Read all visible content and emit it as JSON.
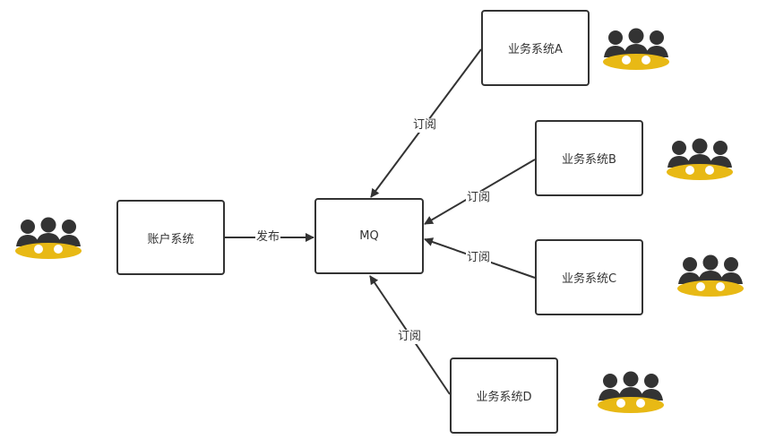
{
  "colors": {
    "stroke": "#333333",
    "table": "#e8b915",
    "people": "#333333"
  },
  "nodes": {
    "account": "账户系统",
    "mq": "MQ",
    "a": "业务系统A",
    "b": "业务系统B",
    "c": "业务系统C",
    "d": "业务系统D"
  },
  "edges": {
    "publish": "发布",
    "sub_a": "订阅",
    "sub_b": "订阅",
    "sub_c": "订阅",
    "sub_d": "订阅"
  },
  "icons": [
    "people-group-icon",
    "people-group-icon",
    "people-group-icon",
    "people-group-icon",
    "people-group-icon"
  ]
}
